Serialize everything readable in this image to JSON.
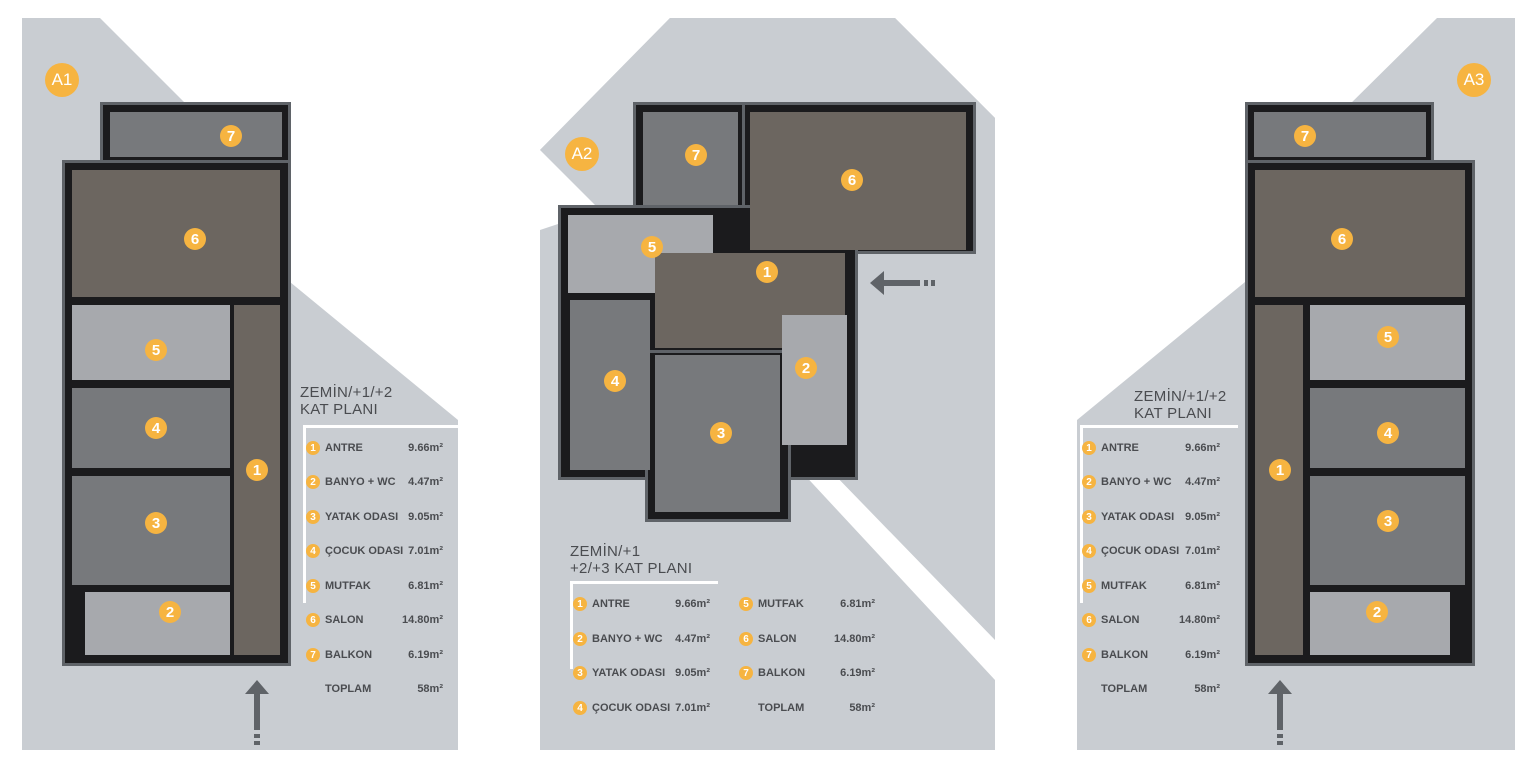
{
  "units": [
    {
      "id": "A1",
      "title_l1": "ZEMİN/+1/+2",
      "title_l2": "KAT PLANI",
      "rooms": [
        {
          "num": "1",
          "name": "ANTRE",
          "area": "9.66m²"
        },
        {
          "num": "2",
          "name": "BANYO + WC",
          "area": "4.47m²"
        },
        {
          "num": "3",
          "name": "YATAK ODASI",
          "area": "9.05m²"
        },
        {
          "num": "4",
          "name": "ÇOCUK ODASI",
          "area": "7.01m²"
        },
        {
          "num": "5",
          "name": "MUTFAK",
          "area": "6.81m²"
        },
        {
          "num": "6",
          "name": "SALON",
          "area": "14.80m²"
        },
        {
          "num": "7",
          "name": "BALKON",
          "area": "6.19m²"
        }
      ],
      "total_label": "TOPLAM",
      "total": "58m²"
    },
    {
      "id": "A2",
      "title_l1": "ZEMİN/+1",
      "title_l2": "+2/+3 KAT PLANI",
      "rooms": [
        {
          "num": "1",
          "name": "ANTRE",
          "area": "9.66m²"
        },
        {
          "num": "2",
          "name": "BANYO + WC",
          "area": "4.47m²"
        },
        {
          "num": "3",
          "name": "YATAK ODASI",
          "area": "9.05m²"
        },
        {
          "num": "4",
          "name": "ÇOCUK ODASI",
          "area": "7.01m²"
        },
        {
          "num": "5",
          "name": "MUTFAK",
          "area": "6.81m²"
        },
        {
          "num": "6",
          "name": "SALON",
          "area": "14.80m²"
        },
        {
          "num": "7",
          "name": "BALKON",
          "area": "6.19m²"
        }
      ],
      "total_label": "TOPLAM",
      "total": "58m²"
    },
    {
      "id": "A3",
      "title_l1": "ZEMİN/+1/+2",
      "title_l2": "KAT PLANI",
      "rooms": [
        {
          "num": "1",
          "name": "ANTRE",
          "area": "9.66m²"
        },
        {
          "num": "2",
          "name": "BANYO + WC",
          "area": "4.47m²"
        },
        {
          "num": "3",
          "name": "YATAK ODASI",
          "area": "9.05m²"
        },
        {
          "num": "4",
          "name": "ÇOCUK ODASI",
          "area": "7.01m²"
        },
        {
          "num": "5",
          "name": "MUTFAK",
          "area": "6.81m²"
        },
        {
          "num": "6",
          "name": "SALON",
          "area": "14.80m²"
        },
        {
          "num": "7",
          "name": "BALKON",
          "area": "6.19m²"
        }
      ],
      "total_label": "TOPLAM",
      "total": "58m²"
    }
  ],
  "colors": {
    "badge": "#f6b441",
    "panel": "#c9cdd2",
    "wall": "#1b1b1d"
  }
}
